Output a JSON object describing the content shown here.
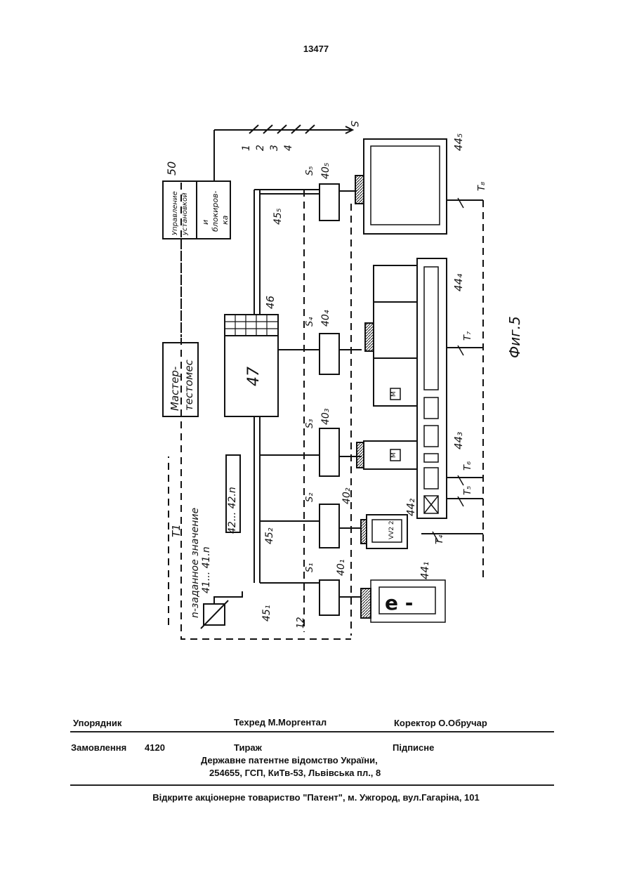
{
  "page_number": "13477",
  "figure": {
    "caption": "Фиг.5",
    "ticks": [
      "1",
      "2",
      "3",
      "4"
    ],
    "labels": {
      "S": "S",
      "n50": "50",
      "control": [
        "Управление",
        "установкой",
        "и",
        "блокиров-",
        "ка"
      ],
      "master": [
        "Мастер-",
        "тестомес"
      ],
      "n47": "47",
      "n46": "46",
      "L42": "42... 42.n",
      "L41": "41... 41.n",
      "nvalue": [
        "n-заданное значение"
      ],
      "T1": "T1",
      "i2": "12",
      "d401": "40₁",
      "d402": "40₂",
      "d403": "40₃",
      "d404": "40₄",
      "d405": "40₅",
      "S1": "S₁",
      "S2": "S₂",
      "S3": "S₃",
      "S4": "S₄",
      "S5": "S₅",
      "b451": "45₁",
      "b452": "45₂",
      "b455": "45₅",
      "m441": "44₁",
      "m442": "44₂",
      "m443": "44₃",
      "m444": "44₄",
      "m445": "44₅",
      "T4": "T₄",
      "T5": "T₅",
      "T6": "T₆",
      "T7": "T₇",
      "T8": "T₈",
      "disp441": "e -",
      "disp442": "VV2\n2",
      "M": "M"
    }
  },
  "footer": {
    "compiler": "Упорядник",
    "techred": "Техред М.Моргентал",
    "corrector": "Коректор О.Обручар",
    "order_label": "Замовлення",
    "order_number": "4120",
    "circulation": "Тираж",
    "subscription": "Підписне",
    "office_line1": "Державне патентне відомство України,",
    "office_line2": "254655, ГСП, КиТв-53, Львівська пл., 8",
    "printer": "Відкрите акціонерне товариство \"Патент\", м. Ужгород, вул.Гагаріна, 101"
  }
}
